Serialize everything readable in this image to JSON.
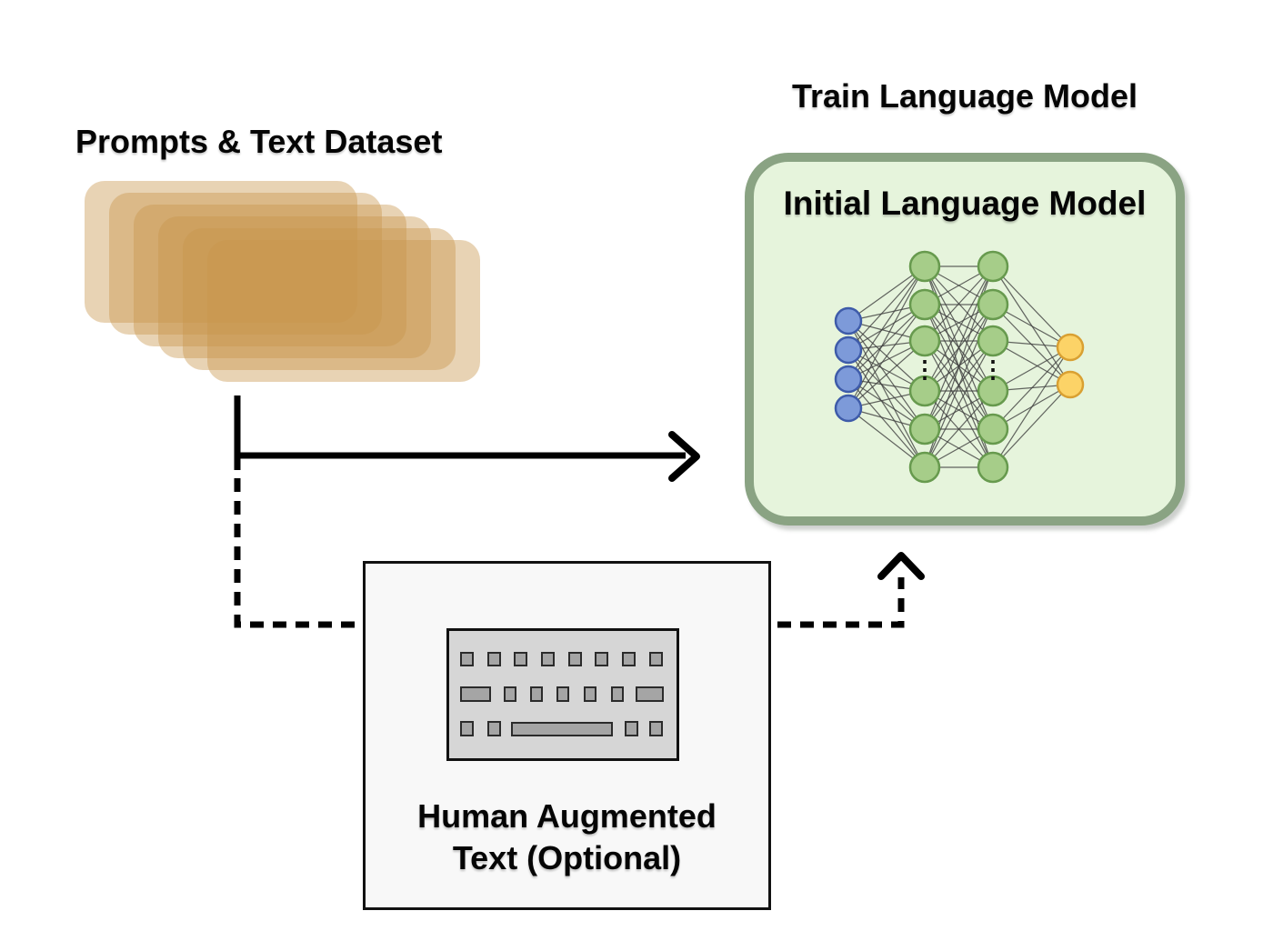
{
  "labels": {
    "dataset_title": "Prompts & Text Dataset",
    "train_title": "Train Language Model",
    "model_title": "Initial Language Model",
    "human_line1": "Human Augmented",
    "human_line2": "Text (Optional)"
  },
  "dataset_stack": {
    "card_count": 6,
    "card_color": "rgba(201,149,77,0.42)"
  },
  "model_box": {
    "fill": "#e6f4dc",
    "border_color": "#8aa383"
  },
  "network": {
    "ellipsis": "⋮",
    "edge_color": "#3f3f3f",
    "layers": [
      {
        "name": "input",
        "count": 4,
        "fill": "#7d9ad9",
        "stroke": "#3e5ba9"
      },
      {
        "name": "hidden-1",
        "count": 6,
        "fill": "#a6cd89",
        "stroke": "#679a4e",
        "has_ellipsis": true
      },
      {
        "name": "hidden-2",
        "count": 6,
        "fill": "#a6cd89",
        "stroke": "#679a4e",
        "has_ellipsis": true
      },
      {
        "name": "output",
        "count": 2,
        "fill": "#fcd367",
        "stroke": "#d9a032"
      }
    ]
  },
  "human_box": {
    "fill": "#f8f8f8",
    "border_color": "#111111"
  },
  "keyboard": {
    "body_fill": "#d6d6d6",
    "key_fill": "#a5a5a5"
  },
  "arrows": {
    "color": "#000000"
  }
}
